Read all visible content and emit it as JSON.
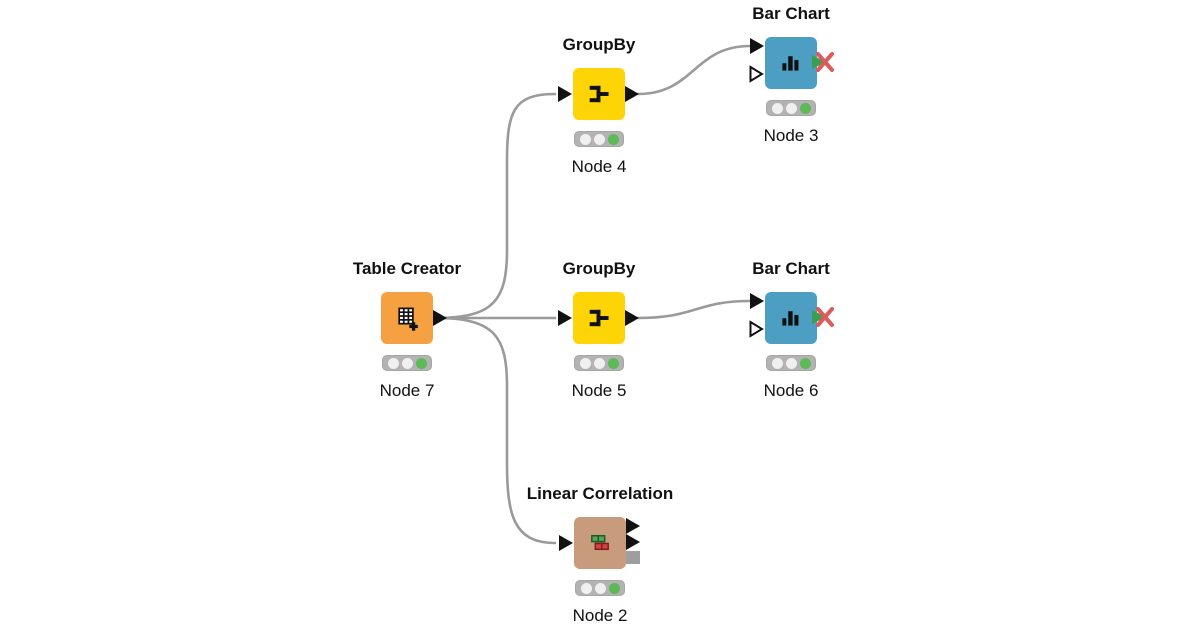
{
  "workflow": {
    "background_color": "#ffffff",
    "edge_color": "#9a9a9a",
    "colors": {
      "source_node": "#F6A141",
      "manipulator_node": "#FDD506",
      "view_node": "#4D9EC3",
      "learner_node": "#C89B7D",
      "status_executed_green": "#5cb956",
      "traffic_light_bg": "#b3b3b3",
      "port_black": "#111111",
      "inactive_port_green": "#3C9E53",
      "error_cross_red": "#DC5B5B"
    },
    "nodes": [
      {
        "id": "node-7",
        "type": "table-creator",
        "title": "Table Creator",
        "label": "Node 7",
        "status": "executed",
        "icon": "table-plus-icon"
      },
      {
        "id": "node-4",
        "type": "groupby",
        "title": "GroupBy",
        "label": "Node 4",
        "status": "executed",
        "icon": "groupby-icon"
      },
      {
        "id": "node-3",
        "type": "bar-chart",
        "title": "Bar Chart",
        "label": "Node 3",
        "status": "executed",
        "icon": "bar-chart-icon",
        "output_port_inactive": true
      },
      {
        "id": "node-5",
        "type": "groupby",
        "title": "GroupBy",
        "label": "Node 5",
        "status": "executed",
        "icon": "groupby-icon"
      },
      {
        "id": "node-6",
        "type": "bar-chart",
        "title": "Bar Chart",
        "label": "Node 6",
        "status": "executed",
        "icon": "bar-chart-icon",
        "output_port_inactive": true
      },
      {
        "id": "node-2",
        "type": "linear-correlation",
        "title": "Linear Correlation",
        "label": "Node 2",
        "status": "executed",
        "icon": "correlation-matrix-icon"
      }
    ],
    "connections": [
      {
        "source": "node-7",
        "target": "node-4"
      },
      {
        "source": "node-7",
        "target": "node-5"
      },
      {
        "source": "node-7",
        "target": "node-2"
      },
      {
        "source": "node-4",
        "target": "node-3"
      },
      {
        "source": "node-5",
        "target": "node-6"
      }
    ]
  }
}
